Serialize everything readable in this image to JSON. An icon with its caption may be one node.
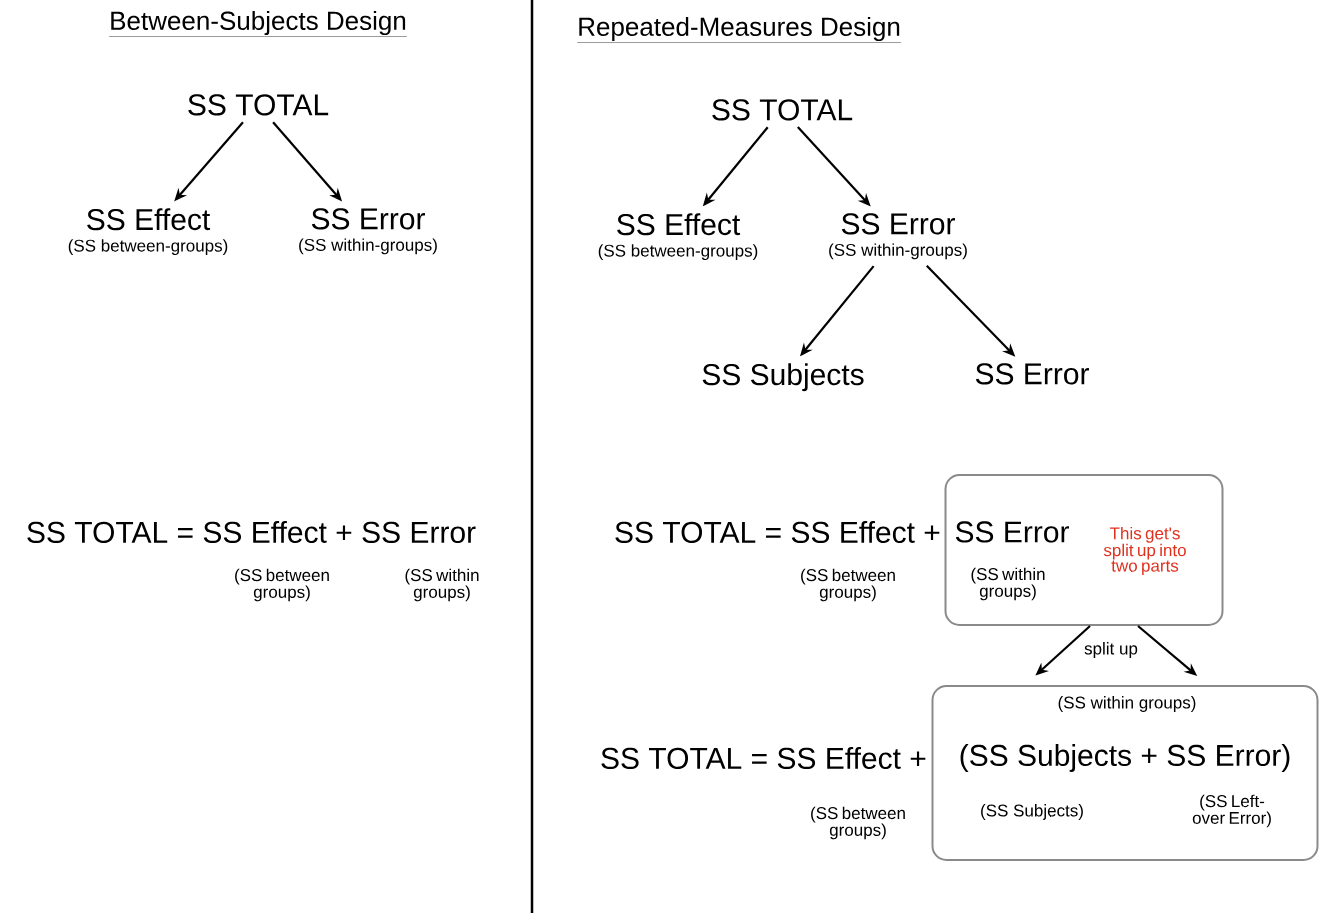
{
  "diagram": {
    "nodes": [
      {
        "text": [
          "SS TOTAL"
        ]
      },
      {
        "text": [
          "SS Effect",
          "(SS between-groups)"
        ]
      },
      {
        "text": [
          "SS Error",
          "(SS within-groups)"
        ]
      },
      {
        "text": [
          "SS TOTAL"
        ]
      },
      {
        "text": [
          "SS Effect",
          "(SS between-groups)"
        ]
      },
      {
        "text": [
          "SS Error",
          "(SS within-groups)"
        ]
      },
      {
        "text": [
          "SS Subjects"
        ]
      },
      {
        "text": [
          "SS Error"
        ]
      },
      {
        "text": [
          "SS Error",
          "(SS within groups)",
          "This get's split up into two parts"
        ]
      },
      {
        "text": [
          "(SS within groups)",
          "(SS Subjects + SS Error)",
          "(SS Subjects)",
          "(SS Left-over Error)"
        ]
      }
    ],
    "edges": [
      {
        "from": 0,
        "to": 1,
        "arrow": "to"
      },
      {
        "from": 0,
        "to": 2,
        "arrow": "to"
      },
      {
        "from": 3,
        "to": 4,
        "arrow": "to"
      },
      {
        "from": 3,
        "to": 5,
        "arrow": "to"
      },
      {
        "from": 5,
        "to": 6,
        "arrow": "to"
      },
      {
        "from": 5,
        "to": 7,
        "arrow": "to"
      },
      {
        "from": 8,
        "to": 9,
        "arrow": "to"
      },
      {
        "from": 8,
        "to": 9,
        "arrow": "to"
      }
    ],
    "labels": [
      "Between-Subjects Design",
      "Repeated-Measures Design",
      "SS TOTAL = SS Effect + SS Error",
      "(SS between groups)",
      "(SS within groups)",
      "SS TOTAL = SS Effect +",
      "(SS between groups)",
      "split up",
      "SS TOTAL = SS Effect +",
      "(SS between groups)"
    ]
  }
}
